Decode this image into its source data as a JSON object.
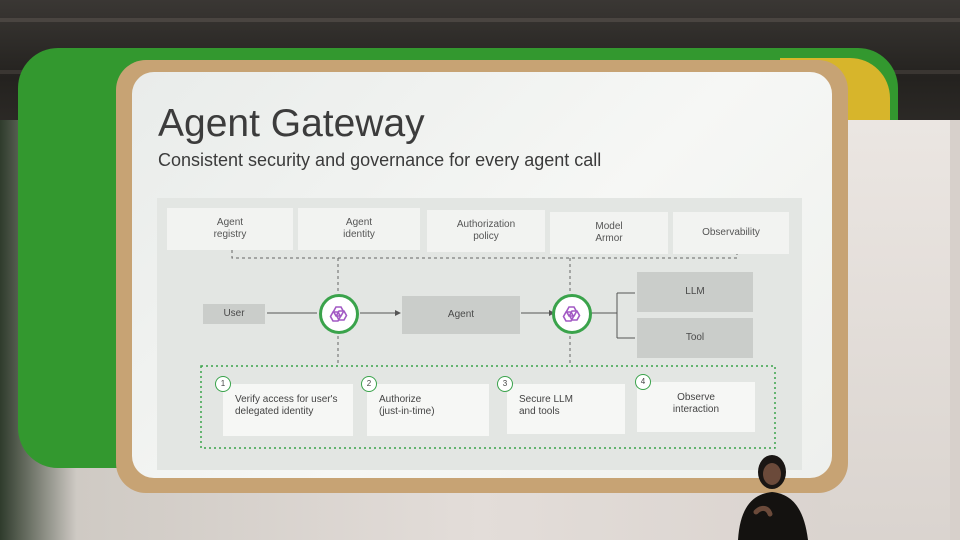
{
  "slide": {
    "title": "Agent Gateway",
    "subtitle": "Consistent security and governance for every agent call"
  },
  "services": [
    {
      "line1": "Agent",
      "line2": "registry"
    },
    {
      "line1": "Agent",
      "line2": "identity"
    },
    {
      "line1": "Authorization",
      "line2": "policy"
    },
    {
      "line1": "Model",
      "line2": "Armor"
    },
    {
      "line1": "Observability",
      "line2": ""
    }
  ],
  "flow": {
    "user": "User",
    "agent": "Agent",
    "llm": "LLM",
    "tool": "Tool"
  },
  "steps": [
    {
      "num": "1",
      "line1": "Verify access for user's",
      "line2": "delegated identity"
    },
    {
      "num": "2",
      "line1": "Authorize",
      "line2": "(just-in-time)"
    },
    {
      "num": "3",
      "line1": "Secure LLM",
      "line2": "and tools"
    },
    {
      "num": "4",
      "line1": "Observe",
      "line2": "interaction"
    }
  ],
  "colors": {
    "accent_green": "#3aa34b",
    "hub_icon_purple": "#a259c4",
    "stage_green": "#33982f",
    "stage_yellow": "#d7b52b"
  },
  "icons": {
    "gateway_hub": "hexagon-gateway-icon"
  }
}
